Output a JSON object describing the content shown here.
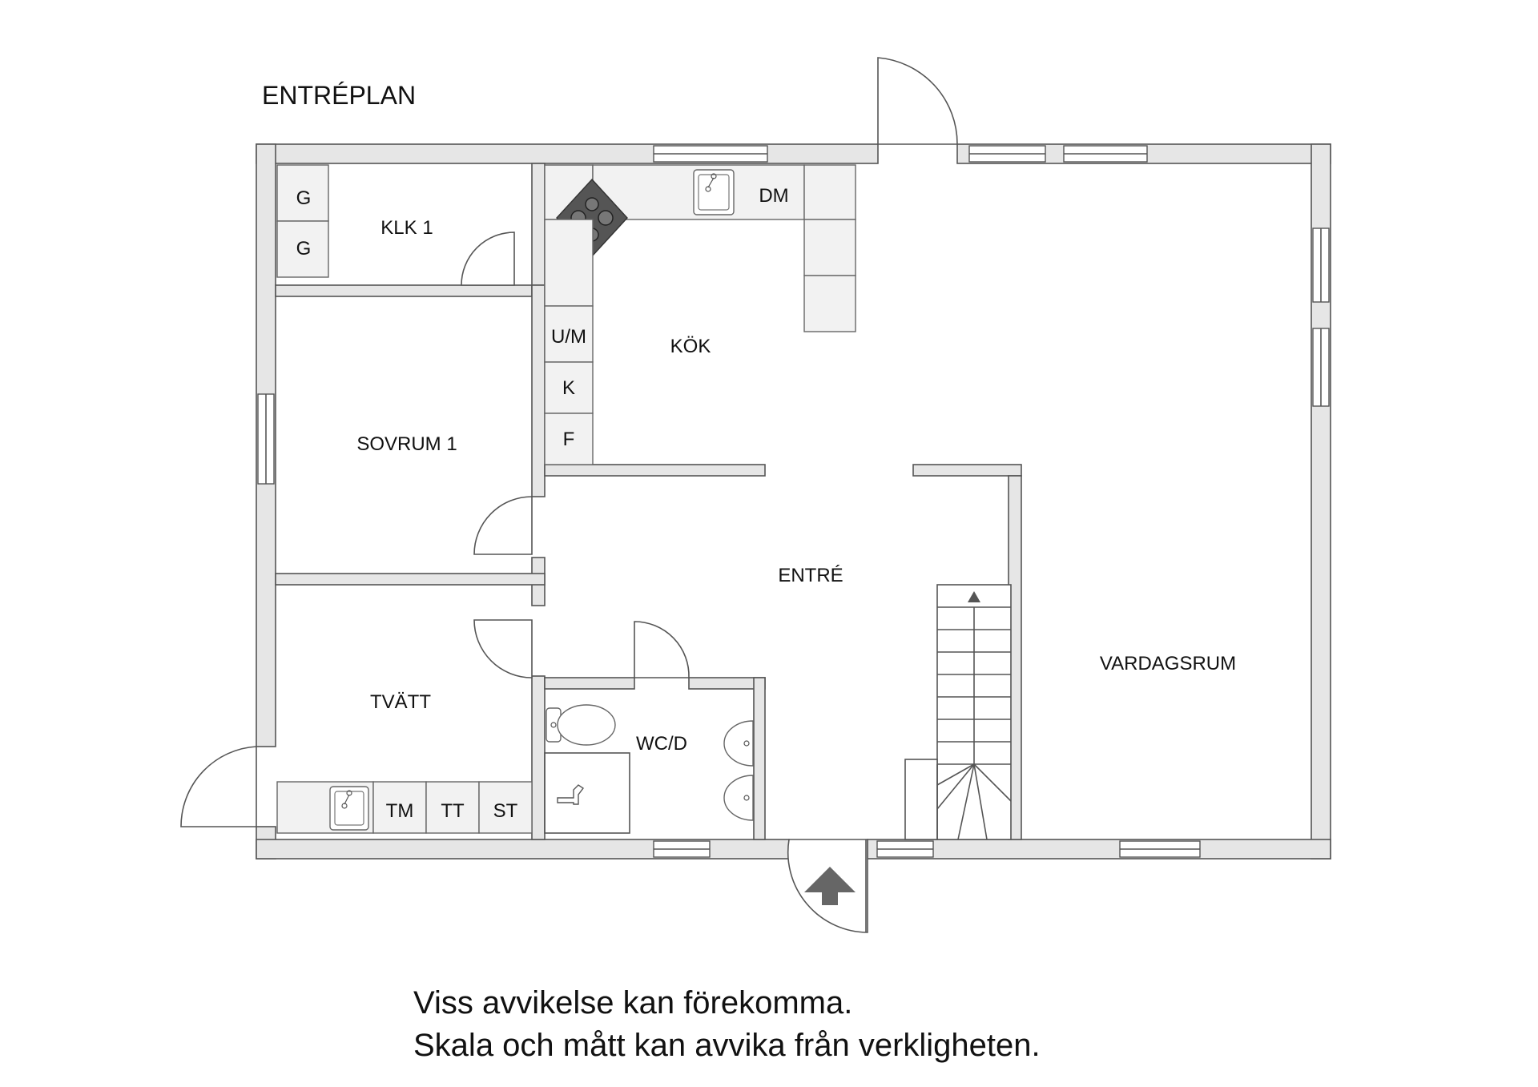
{
  "title": "ENTRÉPLAN",
  "rooms": {
    "klk": "KLK 1",
    "sovrum": "SOVRUM 1",
    "tvatt": "TVÄTT",
    "kok": "KÖK",
    "entre": "ENTRÉ",
    "wc": "WC/D",
    "vardagsrum": "VARDAGSRUM"
  },
  "fixtures": {
    "g1": "G",
    "g2": "G",
    "dm": "DM",
    "um": "U/M",
    "k": "K",
    "f": "F",
    "tm": "TM",
    "tt": "TT",
    "st": "ST"
  },
  "disclaimer": {
    "line1": "Viss avvikelse kan förekomma.",
    "line2": "Skala och mått kan avvika från verkligheten."
  }
}
